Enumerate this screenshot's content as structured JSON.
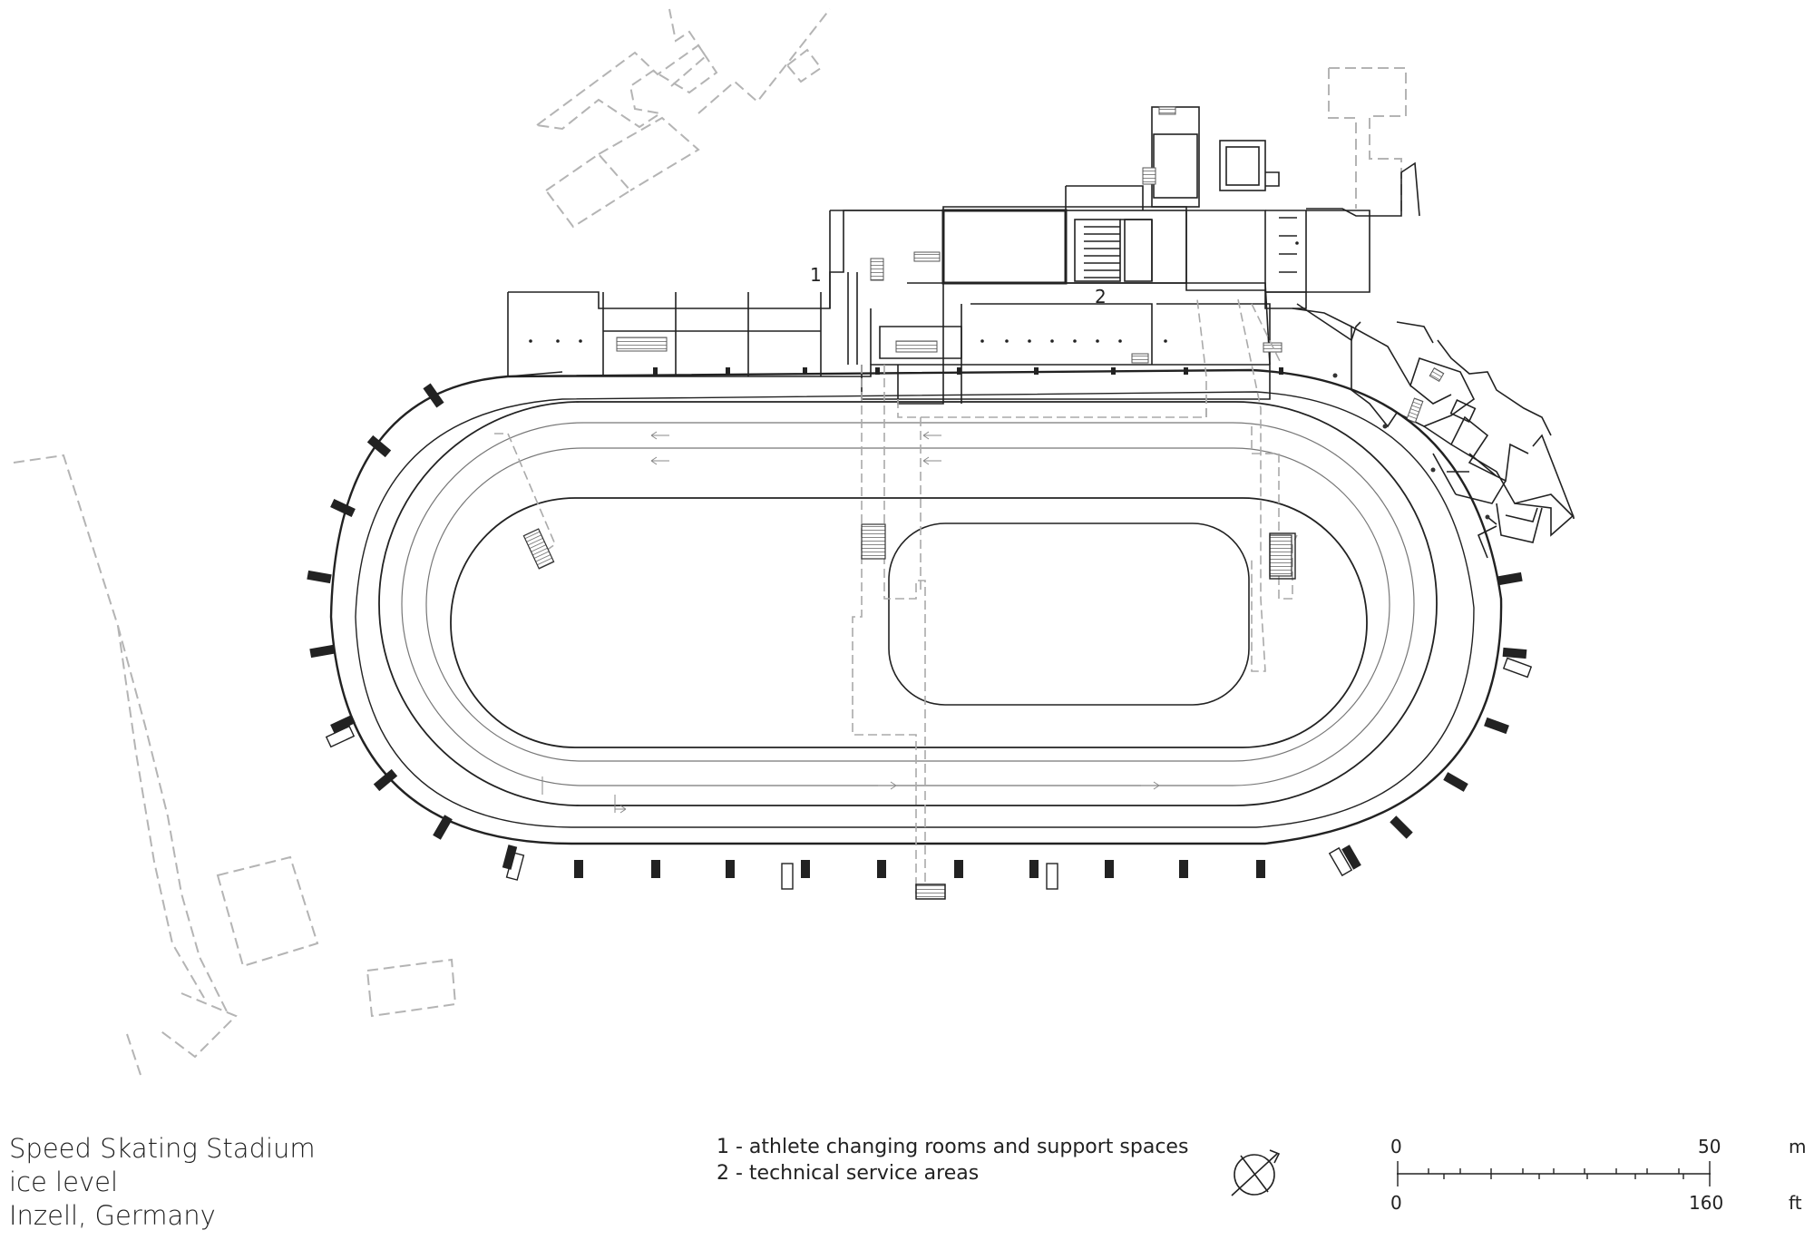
{
  "title": {
    "name": "Speed Skating Stadium",
    "level": "ice level",
    "location": "Inzell, Germany"
  },
  "legend": [
    "1 - athlete changing rooms and support spaces",
    "2 - technical service areas"
  ],
  "plan_labels": {
    "area_1": "1",
    "area_2": "2"
  },
  "scale_bar": {
    "metric_start": "0",
    "metric_end": "50",
    "metric_unit": "m",
    "imperial_start": "0",
    "imperial_end": "160",
    "imperial_unit": "ft"
  },
  "colors": {
    "line": "#222222",
    "dashed": "#b4b4b4",
    "hatch": "#888888"
  }
}
